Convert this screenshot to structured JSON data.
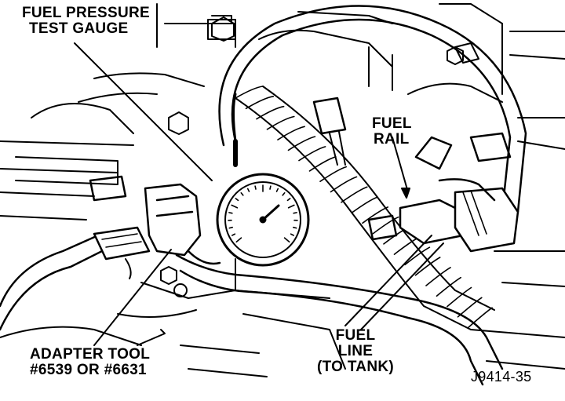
{
  "figure": {
    "id": "J9414-35",
    "callouts": {
      "gauge": {
        "line1": "FUEL PRESSURE",
        "line2": "TEST GAUGE"
      },
      "rail": {
        "line1": "FUEL",
        "line2": "RAIL"
      },
      "adapter": {
        "line1": "ADAPTER TOOL",
        "line2": "#6539 OR #6631"
      },
      "fuel_line": {
        "line1": "FUEL",
        "line2": "LINE",
        "line3": "(TO TANK)"
      }
    }
  },
  "colors": {
    "ink": "#000000",
    "paper": "#ffffff"
  }
}
